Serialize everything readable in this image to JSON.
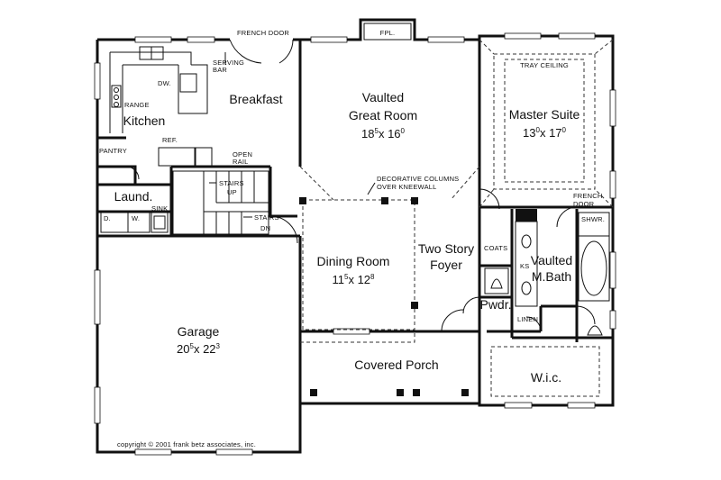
{
  "labels": {
    "french_door_top": "FRENCH DOOR",
    "fireplace": "FPL.",
    "tray_ceiling": "TRAY CEILING",
    "serving_bar_1": "SERVING",
    "serving_bar_2": "BAR",
    "dishwasher": "DW.",
    "range": "RANGE",
    "pantry": "PANTRY",
    "refrigerator": "REF.",
    "open_rail_1": "OPEN",
    "open_rail_2": "RAIL",
    "stairs_up_1": "STAIRS",
    "stairs_up_2": "UP",
    "stairs_dn_1": "STAIRS",
    "stairs_dn_2": "DN",
    "decorative_columns_1": "DECORATIVE COLUMNS",
    "decorative_columns_2": "OVER KNEEWALL",
    "french_door_master_1": "FRENCH",
    "french_door_master_2": "DOOR",
    "shower": "SHWR.",
    "coats": "COATS",
    "knee_space": "KS",
    "linen": "LINEN",
    "sink": "SINK",
    "dryer": "D.",
    "washer": "W."
  },
  "rooms": {
    "kitchen": "Kitchen",
    "breakfast": "Breakfast",
    "great_room_1": "Vaulted",
    "great_room_2": "Great Room",
    "master_suite": "Master Suite",
    "laundry": "Laund.",
    "dining_room": "Dining Room",
    "foyer_1": "Two Story",
    "foyer_2": "Foyer",
    "master_bath_1": "Vaulted",
    "master_bath_2": "M.Bath",
    "powder": "Pwdr.",
    "garage": "Garage",
    "covered_porch": "Covered Porch",
    "wic": "W.i.c."
  },
  "dimensions": {
    "great_room": {
      "w": "18",
      "w_in": "5",
      "x": "x",
      "d": "16",
      "d_in": "0"
    },
    "master_suite": {
      "w": "13",
      "w_in": "0",
      "x": "x",
      "d": "17",
      "d_in": "0"
    },
    "dining_room": {
      "w": "11",
      "w_in": "5",
      "x": "x",
      "d": "12",
      "d_in": "8"
    },
    "garage": {
      "w": "20",
      "w_in": "5",
      "x": "x",
      "d": "22",
      "d_in": "3"
    }
  },
  "copyright": "copyright © 2001 frank betz associates, inc."
}
